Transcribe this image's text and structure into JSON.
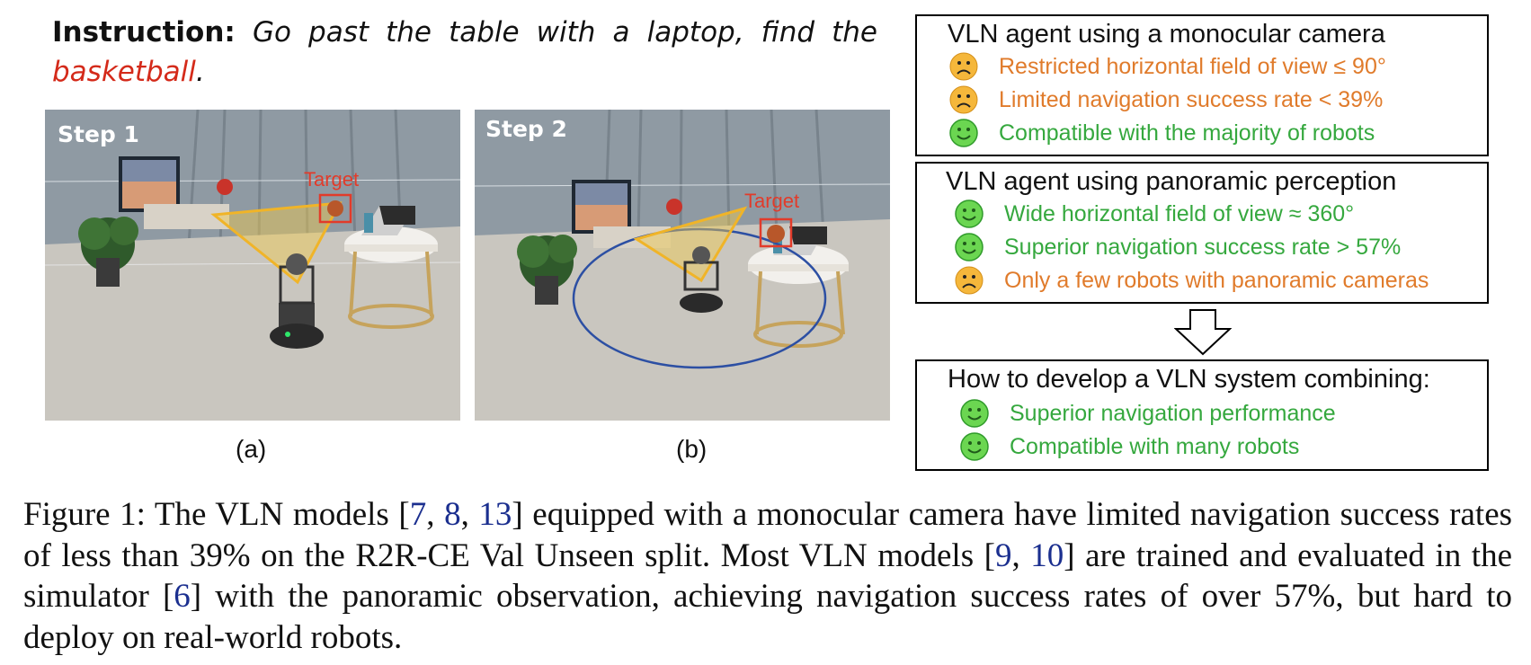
{
  "instruction": {
    "label": "Instruction:",
    "text_before": "Go past the table with a laptop, find the",
    "target_word": "basketball",
    "end": "."
  },
  "photos": {
    "a": {
      "step_label": "Step 1",
      "target_label": "Target",
      "sublabel": "(a)"
    },
    "b": {
      "step_label": "Step 2",
      "target_label": "Target",
      "sublabel": "(b)"
    }
  },
  "boxes": {
    "monocular": {
      "title": "VLN agent using a monocular camera",
      "items": [
        {
          "face": "sad-face-icon",
          "text": "Restricted horizontal field of view  ≤ 90°",
          "tone": "orange"
        },
        {
          "face": "sad-face-icon",
          "text": "Limited navigation success rate < 39%",
          "tone": "orange"
        },
        {
          "face": "smile-face-icon",
          "text": "Compatible with the majority of robots",
          "tone": "green"
        }
      ]
    },
    "panoramic": {
      "title": "VLN agent using panoramic perception",
      "items": [
        {
          "face": "smile-face-icon",
          "text": "Wide horizontal field of view ≈ 360°",
          "tone": "green"
        },
        {
          "face": "smile-face-icon",
          "text": "Superior navigation success rate > 57%",
          "tone": "green"
        },
        {
          "face": "sad-face-icon",
          "text": "Only a few robots with panoramic cameras",
          "tone": "orange"
        }
      ]
    },
    "goal": {
      "title": "How to develop a VLN system combining:",
      "items": [
        {
          "face": "smile-face-icon",
          "text": "Superior navigation performance",
          "tone": "green"
        },
        {
          "face": "smile-face-icon",
          "text": "Compatible with many robots",
          "tone": "green"
        }
      ]
    }
  },
  "colors": {
    "orange_text": "#e07b2b",
    "green_text": "#35a83e",
    "target_red": "#e23b2a",
    "fov_yellow": "#f2c94c",
    "circle_blue": "#2c4fa3",
    "citation_blue": "#1b2f8f"
  },
  "caption": {
    "p1": "Figure 1: The VLN models [",
    "c7": "7",
    "sep1": ", ",
    "c8": "8",
    "sep2": ", ",
    "c13": "13",
    "p2": "] equipped with a monocular camera have limited navigation success rates of less than 39% on the R2R-CE Val Unseen split.  Most VLN models [",
    "c9": "9",
    "sep3": ", ",
    "c10": "10",
    "p3": "] are trained and evaluated in the simulator [",
    "c6": "6",
    "p4": "] with the panoramic observation, achieving navigation success rates of over 57%, but hard to deploy on real-world robots."
  }
}
